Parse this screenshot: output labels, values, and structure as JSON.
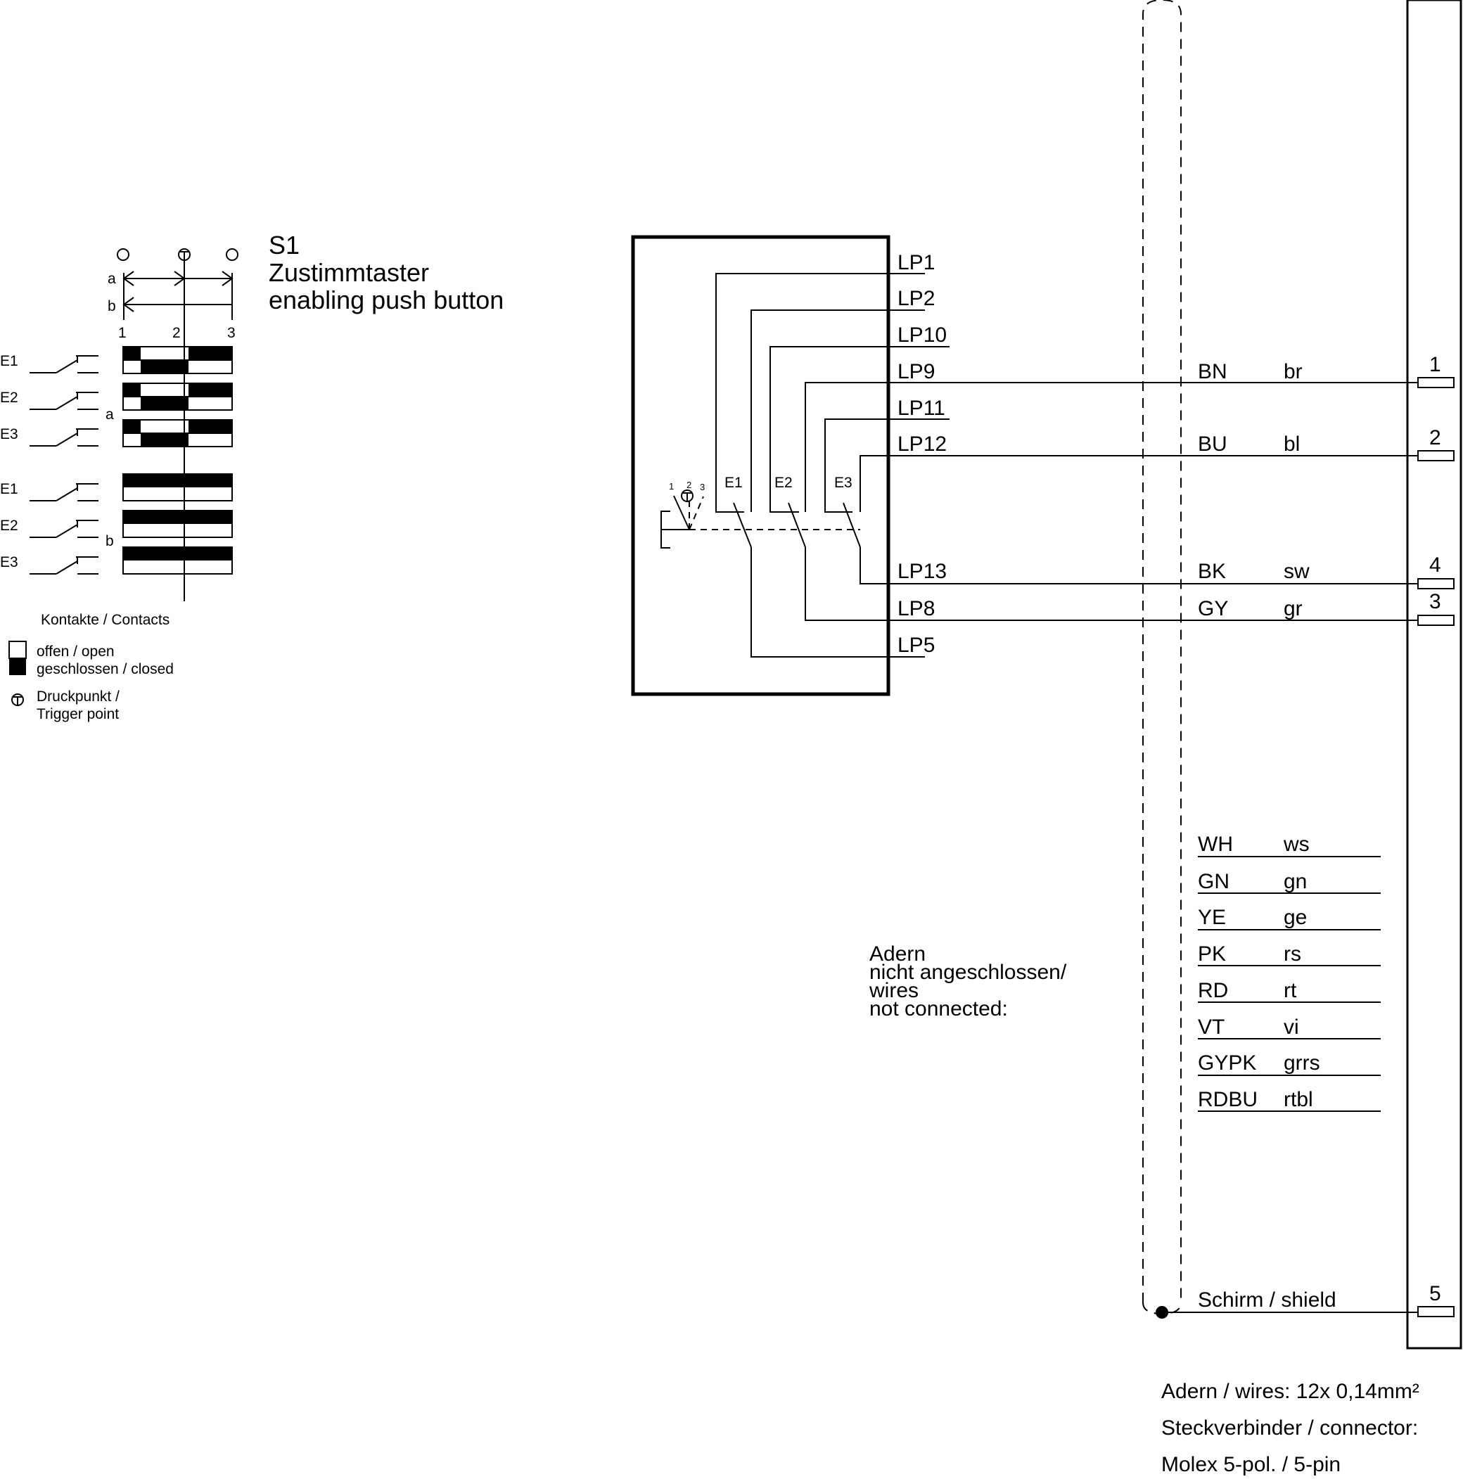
{
  "s1": {
    "id": "S1",
    "name_de": "Zustimmtaster",
    "name_en": "enabling push button"
  },
  "positions": {
    "labels": [
      "1",
      "2",
      "3"
    ],
    "row_a": "a",
    "row_b": "b"
  },
  "contact_table": {
    "group_a": {
      "label": "a",
      "rows": [
        {
          "name": "E1",
          "closed": [
            [
              1.0,
              1.35
            ],
            [
              1.35,
              2.1
            ],
            [
              2.1,
              3.0
            ]
          ],
          "pattern": "a"
        },
        {
          "name": "E2",
          "pattern": "a"
        },
        {
          "name": "E3",
          "pattern": "a"
        }
      ]
    },
    "group_b": {
      "label": "b",
      "rows": [
        {
          "name": "E1",
          "pattern": "b"
        },
        {
          "name": "E2",
          "pattern": "b"
        },
        {
          "name": "E3",
          "pattern": "b"
        }
      ]
    }
  },
  "legend": {
    "heading": "Kontakte / Contacts",
    "open": "offen / open",
    "closed": "geschlossen / closed",
    "trigger_line1": "Druckpunkt /",
    "trigger_line2": "Trigger point"
  },
  "switch_box": {
    "contacts": [
      "E1",
      "E2",
      "E3"
    ],
    "actuator_positions": [
      "1",
      "2",
      "3"
    ]
  },
  "terminals": {
    "lp1": "LP1",
    "lp2": "LP2",
    "lp10": "LP10",
    "lp9": "LP9",
    "lp11": "LP11",
    "lp12": "LP12",
    "lp13": "LP13",
    "lp8": "LP8",
    "lp5": "LP5"
  },
  "connected_wires": [
    {
      "code": "BN",
      "de": "br",
      "pin": "1",
      "terminal": "LP9"
    },
    {
      "code": "BU",
      "de": "bl",
      "pin": "2",
      "terminal": "LP12"
    },
    {
      "code": "BK",
      "de": "sw",
      "pin": "4",
      "terminal": "LP13"
    },
    {
      "code": "GY",
      "de": "gr",
      "pin": "3",
      "terminal": "LP8"
    }
  ],
  "unconnected": {
    "label_line1": "Adern",
    "label_line2": "nicht angeschlossen/",
    "label_line3": "wires",
    "label_line4": "not connected:",
    "wires": [
      {
        "code": "WH",
        "de": "ws"
      },
      {
        "code": "GN",
        "de": "gn"
      },
      {
        "code": "YE",
        "de": "ge"
      },
      {
        "code": "PK",
        "de": "rs"
      },
      {
        "code": "RD",
        "de": "rt"
      },
      {
        "code": "VT",
        "de": "vi"
      },
      {
        "code": "GYPK",
        "de": "grrs"
      },
      {
        "code": "RDBU",
        "de": "rtbl"
      }
    ]
  },
  "shield": {
    "label": "Schirm / shield",
    "pin": "5"
  },
  "notes": {
    "wires": "Adern / wires: 12x 0,14mm²",
    "connector_line1": "Steckverbinder / connector:",
    "connector_line2": "Molex 5-pol. / 5-pin"
  }
}
